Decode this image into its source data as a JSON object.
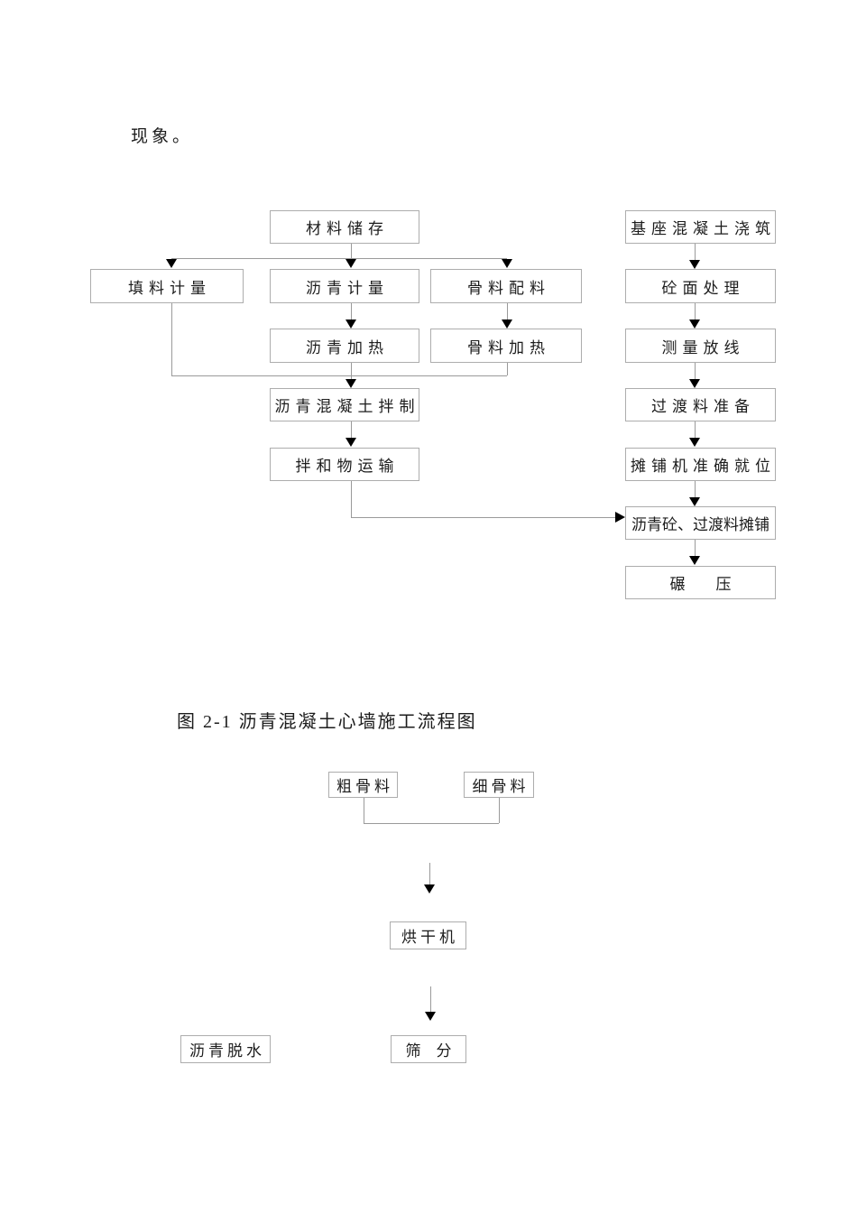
{
  "page": {
    "intro_text": "现象。",
    "figure_caption": "图 2-1 沥青混凝土心墙施工流程图"
  },
  "flowchart1": {
    "material_storage": "材料储存",
    "base_concrete_pouring": "基座混凝土浇筑",
    "filler_metering": "填料计量",
    "asphalt_metering": "沥青计量",
    "aggregate_batching": "骨料配料",
    "concrete_surface_treatment": "砼面处理",
    "asphalt_heating": "沥青加热",
    "aggregate_heating": "骨料加热",
    "survey_setting_out": "测量放线",
    "asphalt_concrete_mixing": "沥青混凝土拌制",
    "transition_material_prep": "过渡料准备",
    "mixture_transport": "拌和物运输",
    "paver_positioning": "摊铺机准确就位",
    "paving": "沥青砼、过渡料摊铺",
    "rolling": "碾　　压"
  },
  "flowchart2": {
    "coarse_aggregate": "粗骨料",
    "fine_aggregate": "细骨料",
    "dryer": "烘干机",
    "asphalt_dewatering": "沥青脱水",
    "screening": "筛　分"
  }
}
